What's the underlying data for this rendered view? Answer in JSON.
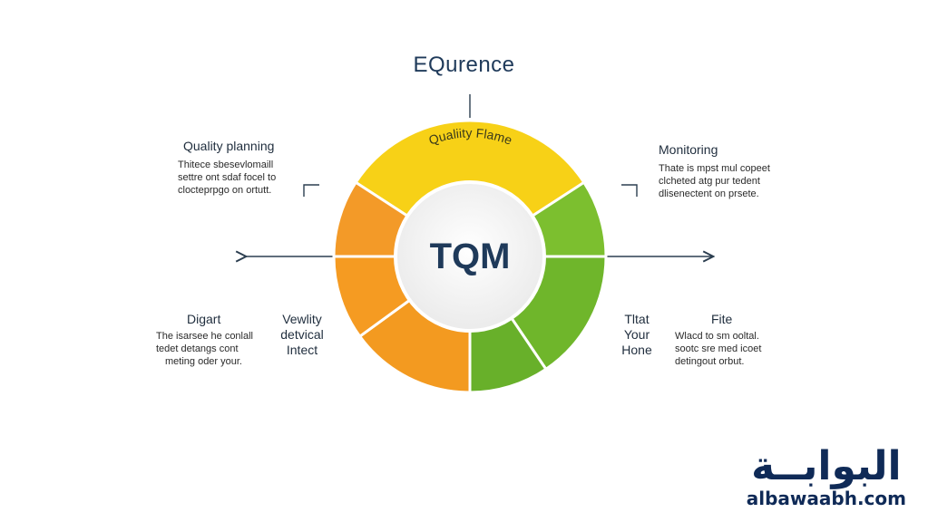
{
  "title": "EQurence",
  "center_label": "TQM",
  "segments": [
    {
      "label": "Qualiity Flame",
      "color": "#f7d117"
    },
    {
      "label": "",
      "color": "#7cbf2f"
    },
    {
      "label": "",
      "color": "#6fb62b"
    },
    {
      "label": "",
      "color": "#68b02a"
    },
    {
      "label": "",
      "color": "#f39a20"
    },
    {
      "label": "",
      "color": "#f59b22"
    },
    {
      "label": "",
      "color": "#f39a28"
    }
  ],
  "blocks": {
    "top_left": {
      "heading": "Quality planning",
      "desc": [
        "Thitece sbesevlomaill",
        "settre ont sdaf focel to",
        "clocteprpgo on ortutt."
      ]
    },
    "top_right": {
      "heading": "Monitoring",
      "desc": [
        "Thate is mpst mul copeet",
        "clcheted atg pur tedent",
        "dlisenectent on prsete."
      ]
    },
    "bottom_left": {
      "heading": "Digart",
      "desc": [
        "The isarsee he conlall",
        "tedet detangs cont",
        "meting oder your."
      ]
    },
    "bottom_right": {
      "heading": "Fite",
      "desc": [
        "Wlacd to sm ooltal.",
        "sootc sre med icoet",
        "detingout orbut."
      ]
    }
  },
  "side_labels": {
    "left": [
      "Vewlity",
      "detvical",
      "Intect"
    ],
    "right": [
      "Tltat",
      "Your",
      "Hone"
    ]
  },
  "watermark": {
    "logo": "البوابــة",
    "domain": "albawaabh.com"
  }
}
